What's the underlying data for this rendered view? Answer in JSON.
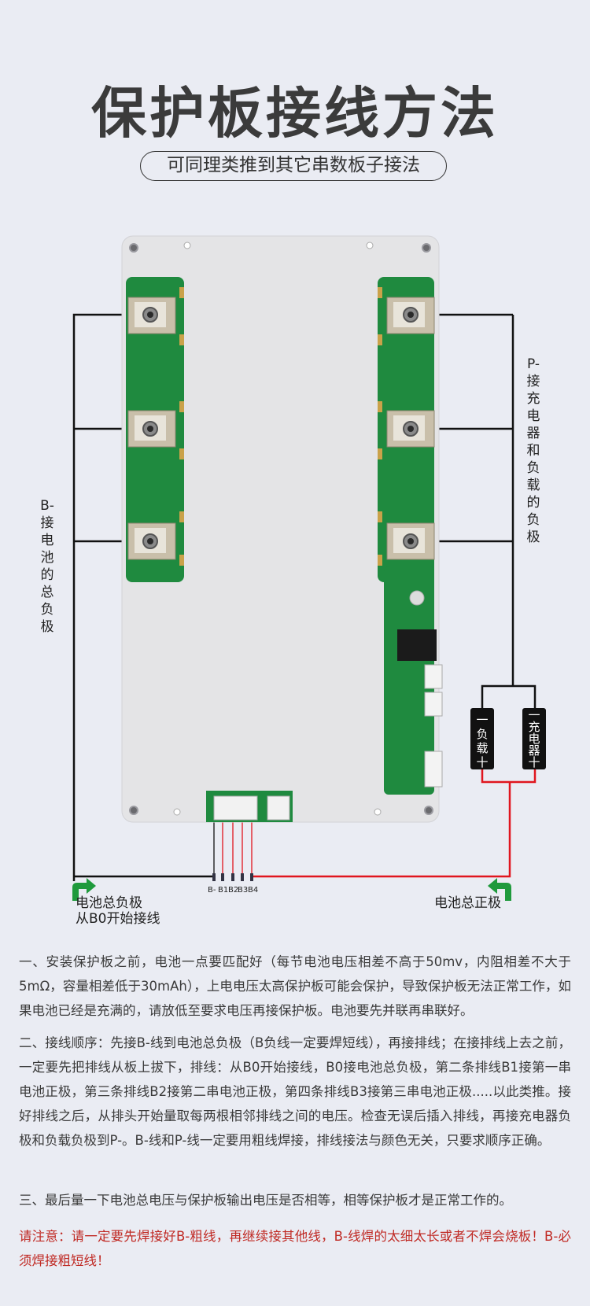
{
  "header": {
    "title": "保护板接线方法",
    "subtitle": "可同理类推到其它串数板子接法"
  },
  "diagram": {
    "label_b_minus": "B-接电池的总负极",
    "label_p_minus": "P-接充电器和负载的负极",
    "battery_neg_label_line1": "电池总负极",
    "battery_neg_label_line2": "从B0开始接线",
    "battery_pos_label": "电池总正极",
    "wire_labels": [
      "B-",
      "B1",
      "B2",
      "B3",
      "B4"
    ],
    "load_terminal": {
      "minus": "一",
      "name_1": "负",
      "name_2": "载",
      "plus": "十"
    },
    "charger_terminal": {
      "minus": "一",
      "name_1": "充",
      "name_2": "电",
      "name_3": "器",
      "plus": "十"
    },
    "colors": {
      "negative_wire": "#111111",
      "positive_wire": "#e0161e",
      "pcb": "#1f8a3f",
      "board": "#e4e4e6"
    },
    "icons": [
      "arrow-corner-left-icon",
      "arrow-corner-right-icon",
      "bolt-terminal-icon"
    ]
  },
  "instructions": {
    "p1": "一、安装保护板之前，电池一点要匹配好（每节电池电压相差不高于50mv，内阻相差不大于5mΩ，容量相差低于30mAh），上电电压太高保护板可能会保护，导致保护板无法正常工作，如果电池已经是充满的，请放低至要求电压再接保护板。电池要先并联再串联好。",
    "p2": "二、接线顺序：先接B-线到电池总负极（B负线一定要焊短线），再接排线；在接排线上去之前，一定要先把排线从板上拔下，排线：从B0开始接线，B0接电池总负极，第二条排线B1接第一串电池正极，第三条排线B2接第二串电池正极，第四条排线B3接第三串电池正极.....以此类推。接好排线之后，从排头开始量取每两根相邻排线之间的电压。检查无误后插入排线，再接充电器负极和负载负极到P-。B-线和P-线一定要用粗线焊接，排线接法与颜色无关，只要求顺序正确。",
    "p3": "三、最后量一下电池总电压与保护板输出电压是否相等，相等保护板才是正常工作的。",
    "warning": "请注意：请一定要先焊接好B-粗线，再继续接其他线，B-线焊的太细太长或者不焊会烧板！B-必须焊接粗短线！"
  }
}
